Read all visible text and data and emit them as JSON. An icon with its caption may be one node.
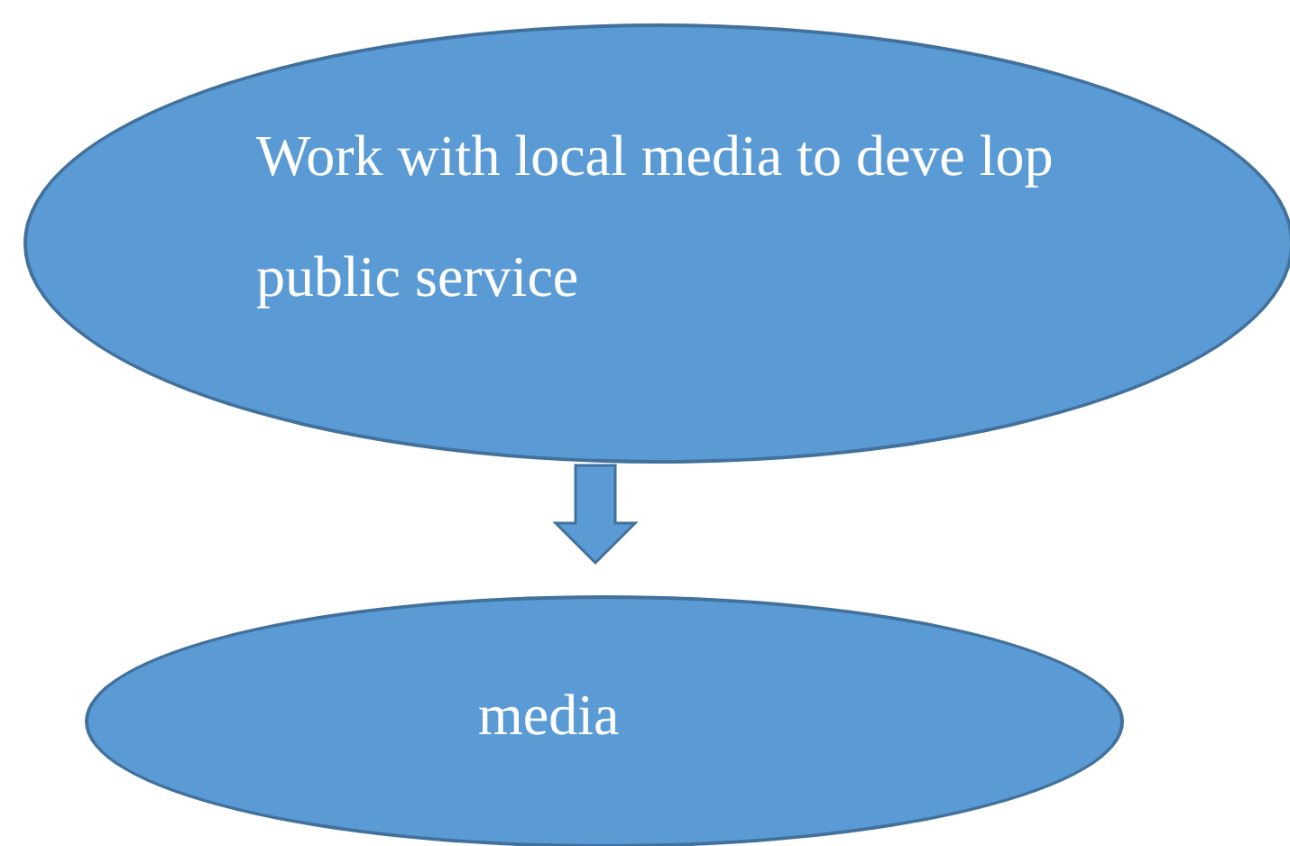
{
  "diagram": {
    "nodes": [
      {
        "text": [
          "Work with local media to deve lop public service"
        ]
      },
      {
        "text": [
          "media"
        ]
      }
    ],
    "edges": [
      {
        "from": 0,
        "to": 1,
        "arrow": "to"
      }
    ]
  }
}
